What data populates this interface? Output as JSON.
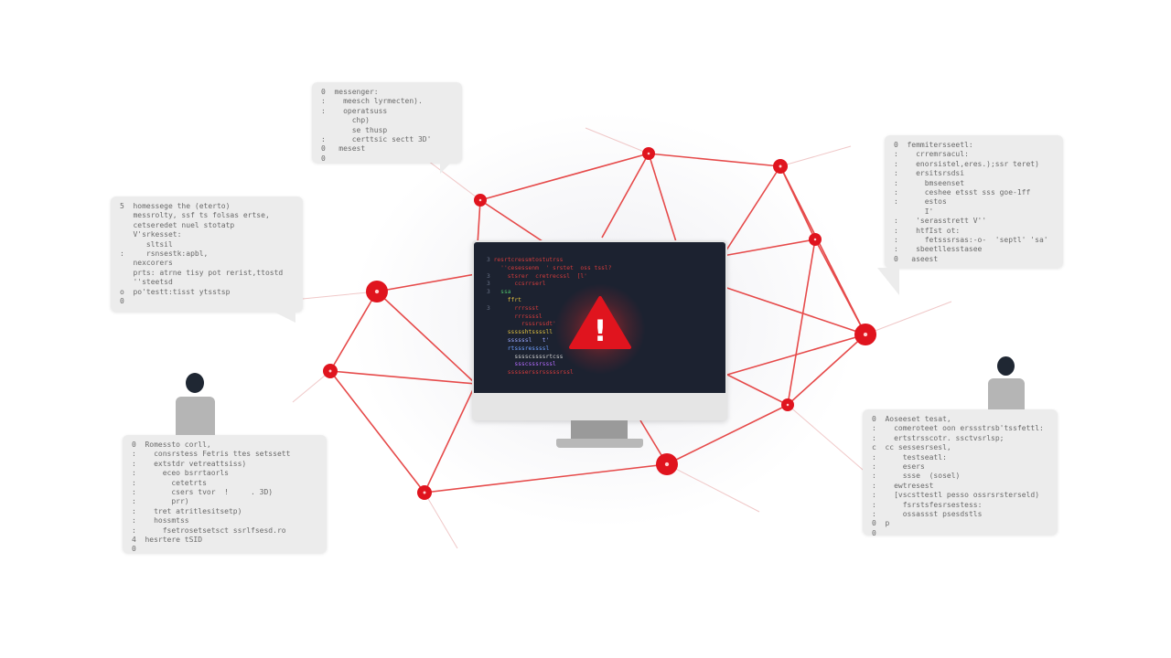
{
  "colors": {
    "accent": "#e0141e",
    "edge": "#e64a4a",
    "bubble_bg": "#ececec",
    "screen_bg": "#1c2230",
    "person_head": "#1f2733",
    "person_body": "#b5b5b5"
  },
  "icons": {
    "warning": "warning-triangle-icon",
    "person": "user-icon"
  },
  "warning_glyph": "!",
  "bubbles": [
    {
      "id": "top",
      "lines": [
        "0  messenger:",
        ":    meesch lyrmecten).",
        ":    operatsuss",
        "       chp)",
        "       se thusp",
        ":      certtsic sectt 3D'",
        "0   mesest",
        "0"
      ]
    },
    {
      "id": "left",
      "lines": [
        "5  homessege the (eterto)",
        "   messrolty, ssf ts folsas ertse,",
        "   cetseredet nuel stotatp",
        "   V'srkesset:",
        "      sltsil",
        ":     rsnsestk:apbl,",
        "   nexcorers",
        "   prts: atrne tisy pot rerist,ttostd",
        "   ''steetsd",
        "o  po'testt:tisst ytsstsp",
        "0"
      ]
    },
    {
      "id": "right",
      "lines": [
        "0  femmitersseetl:",
        ":    crremrsacul:",
        ":    enorsistel,eres.);ssr teret)",
        ":    ersitsrsdsi",
        ":      bmseenset",
        ":      ceshee etsst sss goe-1ff",
        ":      estos",
        "       I'",
        ":    'serasstrett V''",
        ":    htfIst ot:",
        ":      fetsssrsas:-o-  'septl' 'sa'",
        ":    sbeetllesstasee",
        "0   aseest"
      ]
    },
    {
      "id": "bottom-left",
      "lines": [
        "0  Romessto corll,",
        ":    consrstess Fetris ttes setssett",
        ":    extstdr vetreattsiss)",
        ":      eceo bsrrtaorls",
        ":        cetetrts",
        ":        csers tvor  !     . 3D)",
        ":        prr)",
        ":    tret atritlesitsetp)",
        ":    hossmtss",
        ":      fsetrosetsetsct ssrlfsesd.ro",
        "4  hesrtere tSID",
        "0"
      ]
    },
    {
      "id": "bottom-right",
      "lines": [
        "0  Aoseeset tesat,",
        ":    comeroteet oon erssstrsb'tssfettl:",
        ":    ertstrsscotr. ssctvsrlsp;",
        "c  cc sessesrsesl,",
        ":      testseatl:",
        ":      esers",
        ":      ssse  (sosel)",
        ":    ewtresest",
        ":    [vscsttestl pesso ossrsrsterseld)",
        ":      fsrstsfesrsestess:",
        ":      ossassst psesdstls",
        "0  p",
        "0"
      ]
    }
  ],
  "screen_code": [
    {
      "n": "3",
      "t": "resrtcressmtostutrss",
      "c": "#d23c3c"
    },
    {
      "n": "",
      "t": "  ''cesessenm  ' srstet  oss tssl?",
      "c": "#d23c3c"
    },
    {
      "n": "3",
      "t": "    stsrer  cretrecssl  [l'",
      "c": "#d23c3c"
    },
    {
      "n": "3",
      "t": "      ccsrrserl",
      "c": "#d23c3c"
    },
    {
      "n": "3",
      "t": "  ssa",
      "c": "#4fbf6a"
    },
    {
      "n": "",
      "t": "    ffrt",
      "c": "#e0c040"
    },
    {
      "n": "3",
      "t": "      rrrssst",
      "c": "#d23c3c"
    },
    {
      "n": "",
      "t": "      rrrssssl",
      "c": "#d23c3c"
    },
    {
      "n": "",
      "t": "        rsssrssdt'",
      "c": "#d23c3c"
    },
    {
      "n": "",
      "t": "    ssssshtssssll",
      "c": "#e0c040"
    },
    {
      "n": "",
      "t": "    ssssssl   t'",
      "c": "#9aa8ff"
    },
    {
      "n": "",
      "t": "    rtsssressssl",
      "c": "#6fa0ff"
    },
    {
      "n": "",
      "t": "      sssscssssrtcss",
      "c": "#cfcfcf"
    },
    {
      "n": "",
      "t": "      ssscsssrsssl",
      "c": "#b56cff"
    },
    {
      "n": "",
      "t": "    ssssserssrsssssrssl",
      "c": "#d23c3c"
    }
  ]
}
